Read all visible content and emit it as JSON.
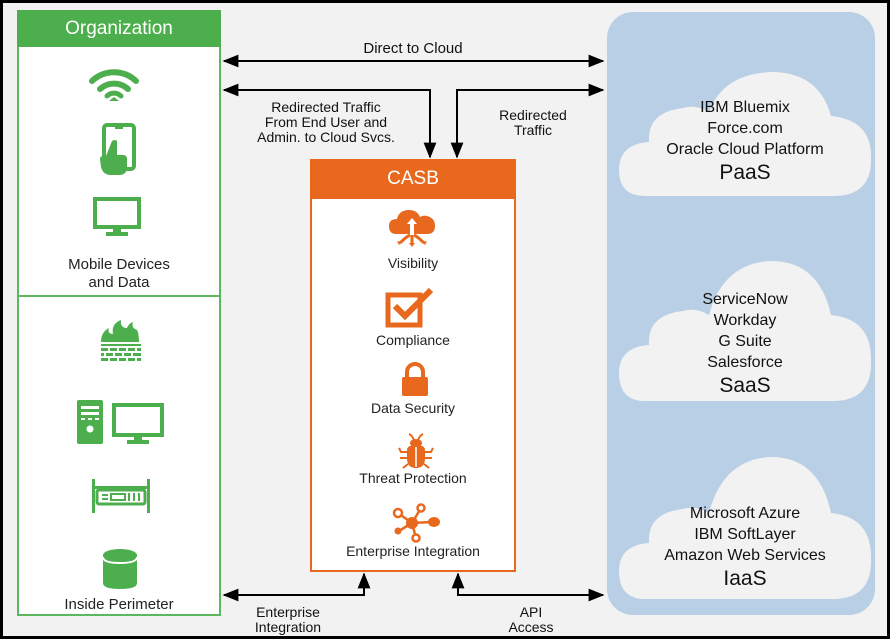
{
  "organization": {
    "title": "Organization",
    "mobile_section_label_line1": "Mobile Devices",
    "mobile_section_label_line2": "and Data",
    "mobile_icons": [
      "wifi-icon",
      "tablet-touch-icon",
      "monitor-icon"
    ],
    "perimeter_section_label": "Inside Perimeter",
    "perimeter_icons": [
      "firewall-icon",
      "desktop-computer-icon",
      "rack-server-icon",
      "database-icon"
    ],
    "accent_color": "#4cae4c"
  },
  "arrows": {
    "direct_to_cloud": "Direct to Cloud",
    "redirected_user_line1": "Redirected Traffic",
    "redirected_user_line2": "From End User and",
    "redirected_user_line3": "Admin. to Cloud Svcs.",
    "redirected_traffic_line1": "Redirected",
    "redirected_traffic_line2": "Traffic",
    "enterprise_integration_line1": "Enterprise",
    "enterprise_integration_line2": "Integration",
    "api_access_line1": "API",
    "api_access_line2": "Access"
  },
  "casb": {
    "title": "CASB",
    "accent_color": "#e8681d",
    "capabilities": [
      {
        "label": "Visibility",
        "icon": "cloud-visibility-icon"
      },
      {
        "label": "Compliance",
        "icon": "checkbox-icon"
      },
      {
        "label": "Data Security",
        "icon": "lock-icon"
      },
      {
        "label": "Threat Protection",
        "icon": "bug-icon"
      },
      {
        "label": "Enterprise Integration",
        "icon": "network-hub-icon"
      }
    ]
  },
  "clouds": {
    "panel_color": "#b8cfe6",
    "paas": {
      "providers": [
        "IBM Bluemix",
        "Force.com",
        "Oracle Cloud Platform"
      ],
      "title": "PaaS"
    },
    "saas": {
      "providers": [
        "ServiceNow",
        "Workday",
        "G Suite",
        "Salesforce"
      ],
      "title": "SaaS"
    },
    "iaas": {
      "providers": [
        "Microsoft Azure",
        "IBM SoftLayer",
        "Amazon Web Services"
      ],
      "title": "IaaS_display",
      "title_text": "IaaS"
    }
  }
}
